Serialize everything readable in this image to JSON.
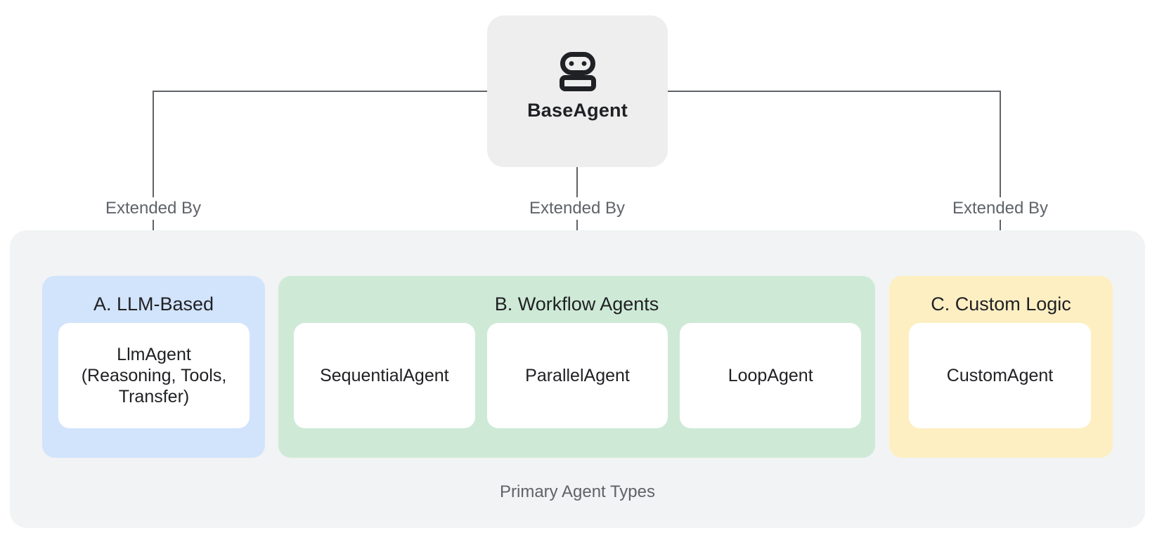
{
  "diagram": {
    "root": {
      "label": "BaseAgent"
    },
    "edge_label": "Extended By",
    "groups": [
      {
        "title": "A. LLM-Based",
        "color": "#d2e3fc",
        "agents": [
          "LlmAgent\n(Reasoning, Tools,\nTransfer)"
        ]
      },
      {
        "title": "B. Workflow Agents",
        "color": "#ceead6",
        "agents": [
          "SequentialAgent",
          "ParallelAgent",
          "LoopAgent"
        ]
      },
      {
        "title": "C. Custom Logic",
        "color": "#feefc3",
        "agents": [
          "CustomAgent"
        ]
      }
    ],
    "container_caption": "Primary Agent Types"
  },
  "colors": {
    "page-bg": "#ffffff",
    "base-card-bg": "#eeeeee",
    "container-bg": "#f1f3f4",
    "card-bg": "#ffffff",
    "line": "#5f6368",
    "text-primary": "#202124",
    "text-secondary": "#5f6368"
  }
}
